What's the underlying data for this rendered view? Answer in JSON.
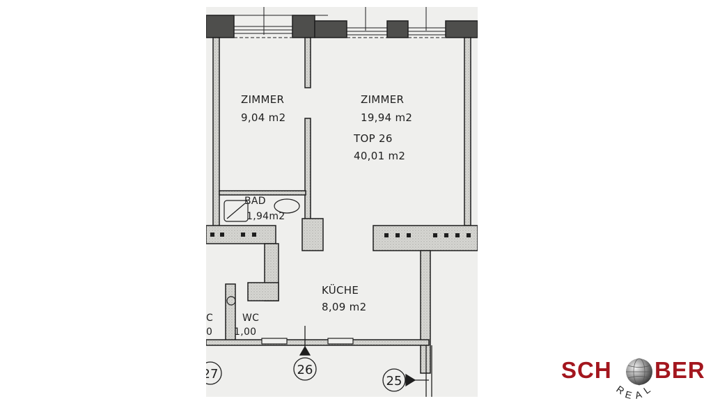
{
  "floorplan": {
    "rooms": [
      {
        "id": "zimmer-1",
        "name": "ZIMMER",
        "area": "9,04  m2"
      },
      {
        "id": "zimmer-2",
        "name": "ZIMMER",
        "area": "19,94  m2"
      },
      {
        "id": "bad",
        "name": "BAD",
        "area": "1,94m2"
      },
      {
        "id": "kueche",
        "name": "KÜCHE",
        "area": "8,09  m2"
      },
      {
        "id": "wc",
        "name": "WC",
        "area": "1,00"
      },
      {
        "id": "wc-partial",
        "name": "C",
        "area": "0"
      }
    ],
    "unit": {
      "label": "TOP 26",
      "total_area": "40,01  m2"
    },
    "axis_markers": [
      "27",
      "26",
      "25"
    ]
  },
  "logo": {
    "brand_left": "SCH",
    "brand_right": "BER",
    "sub": [
      "R",
      "E",
      "A",
      "L"
    ],
    "colors": {
      "brand": "#a3161e",
      "globe": "#8a8a8a"
    }
  },
  "colors": {
    "paper": "#efefed",
    "wall_fill": "#4e4e4c",
    "wall_hatch": "#d4d4d0",
    "ink": "#1e1e1e"
  }
}
